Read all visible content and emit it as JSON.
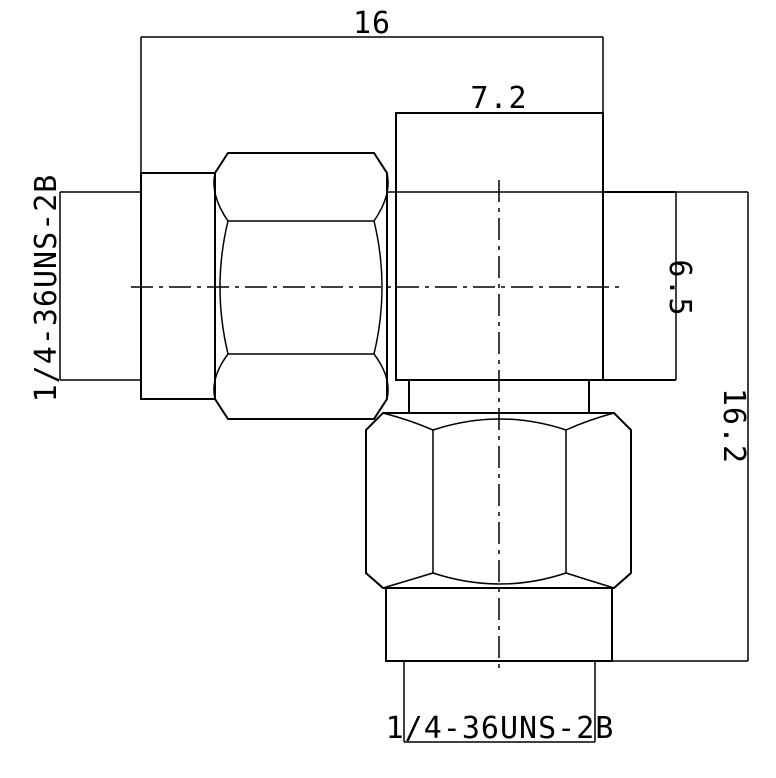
{
  "drawing": {
    "dimensions": {
      "overall_length": "16",
      "body_width": "7.2",
      "body_height": "6.5",
      "overall_height": "16.2"
    },
    "threads": {
      "left_port": "1/4-36UNS-2B",
      "bottom_port": "1/4-36UNS-2B"
    }
  }
}
